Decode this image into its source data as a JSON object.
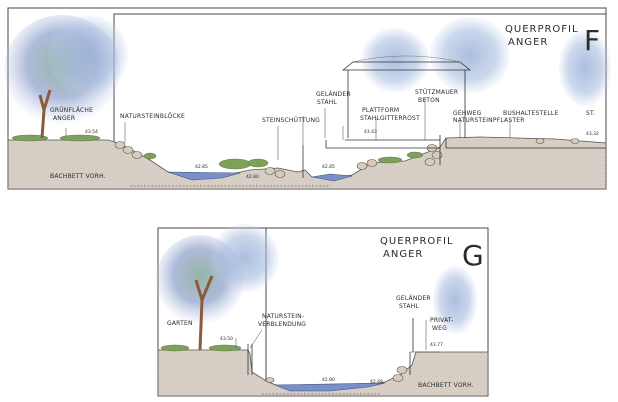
{
  "section_f": {
    "title_line1": "QUERPROFIL",
    "title_line2": "ANGER",
    "letter": "F",
    "labels": {
      "gruenflaeche_1": "GRÜNFLÄCHE",
      "gruenflaeche_2": "ANGER",
      "natursteinbloecke": "NATURSTEINBLÖCKE",
      "steinschuettung": "STEINSCHÜTTUNG",
      "gelaender_1": "GELÄNDER",
      "gelaender_2": "STAHL",
      "plattform_1": "PLATTFORM",
      "plattform_2": "STAHLGITTERROST",
      "stuetzmauer_1": "STÜTZMAUER",
      "stuetzmauer_2": "BETON",
      "gehweg": "GEHWEG",
      "bushaltestelle_1": "BUSHALTESTELLE",
      "bushaltestelle_2": "NATURSTEINPFLASTER",
      "st": "ST.",
      "bachbett": "BACHBETT VORH."
    },
    "elevations": {
      "e1": "43.54",
      "e2": "42.85",
      "e3": "42.80",
      "e4": "42.85",
      "e5": "43.43",
      "e6": "43.32"
    }
  },
  "section_g": {
    "title_line1": "QUERPROFIL",
    "title_line2": "ANGER",
    "letter": "G",
    "labels": {
      "garten": "GARTEN",
      "naturstein_1": "NATURSTEIN-",
      "naturstein_2": "VERBLENDUNG",
      "gelaender_1": "GELÄNDER",
      "gelaender_2": "STAHL",
      "privatweg_1": "PRIVAT-",
      "privatweg_2": "WEG",
      "bachbett": "BACHBETT VORH."
    },
    "elevations": {
      "e1": "43.50",
      "e2": "42.80",
      "e3": "42.48",
      "e4": "43.77"
    }
  }
}
